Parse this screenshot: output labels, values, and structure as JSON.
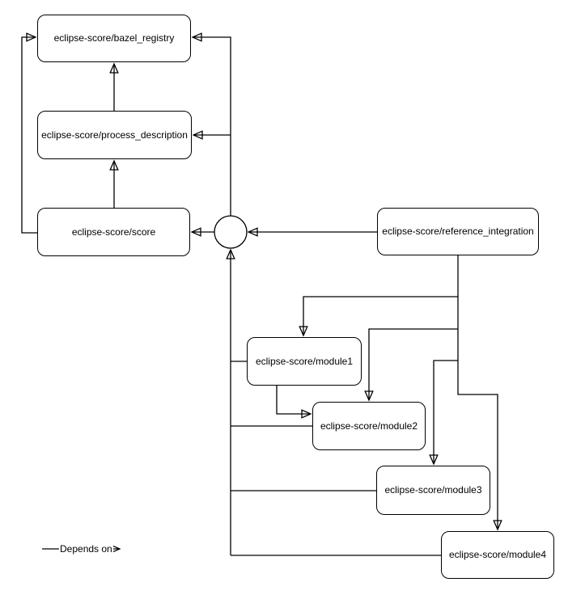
{
  "diagram": {
    "kind": "dependency-graph",
    "legend": {
      "label": "Depends on"
    },
    "colors": {
      "stroke": "#000000",
      "node_fill": "#ffffff",
      "text": "#000000",
      "background": "#ffffff"
    },
    "nodes": {
      "bazel_registry": {
        "label": "eclipse-score/bazel_registry"
      },
      "process_description": {
        "label": "eclipse-score/process_description"
      },
      "score": {
        "label": "eclipse-score/score"
      },
      "reference_integration": {
        "label": "eclipse-score/reference_integration"
      },
      "module1": {
        "label": "eclipse-score/module1"
      },
      "module2": {
        "label": "eclipse-score/module2"
      },
      "module3": {
        "label": "eclipse-score/module3"
      },
      "module4": {
        "label": "eclipse-score/module4"
      },
      "junction": {
        "label": ""
      }
    },
    "edges": [
      {
        "from": "eclipse-score/score",
        "to": "eclipse-score/bazel_registry"
      },
      {
        "from": "eclipse-score/score",
        "to": "eclipse-score/process_description"
      },
      {
        "from": "eclipse-score/process_description",
        "to": "eclipse-score/bazel_registry"
      },
      {
        "from": "eclipse-score/reference_integration",
        "to": "junction"
      },
      {
        "from": "junction",
        "to": "eclipse-score/score"
      },
      {
        "from": "junction",
        "to": "eclipse-score/process_description"
      },
      {
        "from": "junction",
        "to": "eclipse-score/bazel_registry"
      },
      {
        "from": "eclipse-score/module1",
        "to": "junction"
      },
      {
        "from": "eclipse-score/module2",
        "to": "junction"
      },
      {
        "from": "eclipse-score/module3",
        "to": "junction"
      },
      {
        "from": "eclipse-score/module4",
        "to": "junction"
      },
      {
        "from": "eclipse-score/reference_integration",
        "to": "eclipse-score/module1"
      },
      {
        "from": "eclipse-score/reference_integration",
        "to": "eclipse-score/module2"
      },
      {
        "from": "eclipse-score/reference_integration",
        "to": "eclipse-score/module3"
      },
      {
        "from": "eclipse-score/reference_integration",
        "to": "eclipse-score/module4"
      },
      {
        "from": "eclipse-score/module1",
        "to": "eclipse-score/module2"
      }
    ]
  }
}
